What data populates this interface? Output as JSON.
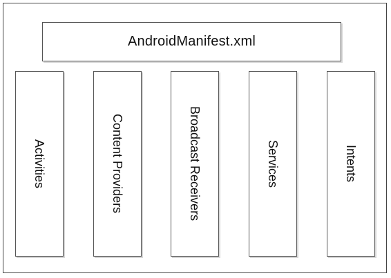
{
  "diagram": {
    "title": "AndroidManifest.xml",
    "columns": [
      {
        "label": "Activities"
      },
      {
        "label": "Content Providers"
      },
      {
        "label": "Broadcast Receivers"
      },
      {
        "label": "Services"
      },
      {
        "label": "Intents"
      }
    ],
    "colors": {
      "border": "#555555",
      "frame": "#444444",
      "shadow": "#d8d8d8",
      "text": "#111111",
      "background": "#ffffff"
    }
  }
}
